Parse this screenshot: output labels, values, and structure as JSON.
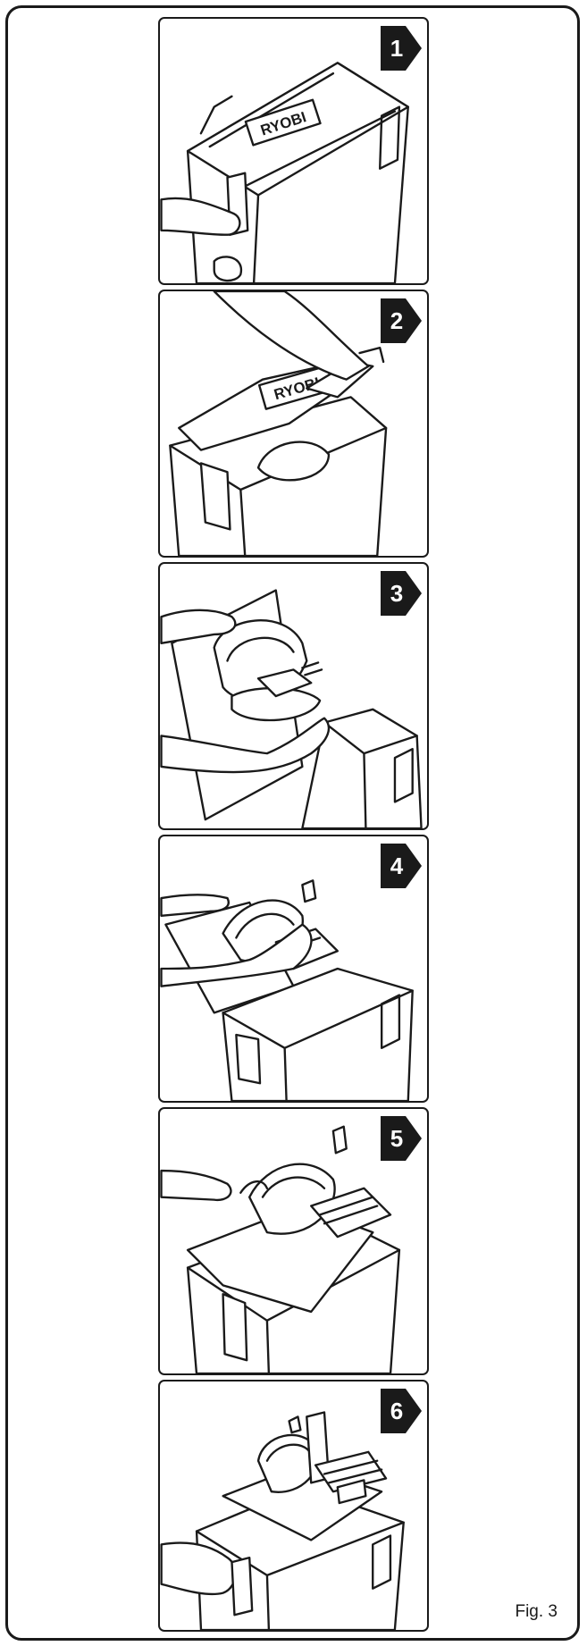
{
  "figure": {
    "caption": "Fig. 3",
    "brand_logo_text": "RYOBI",
    "steps": [
      {
        "number": "1"
      },
      {
        "number": "2"
      },
      {
        "number": "3"
      },
      {
        "number": "4"
      },
      {
        "number": "5"
      },
      {
        "number": "6"
      }
    ]
  }
}
